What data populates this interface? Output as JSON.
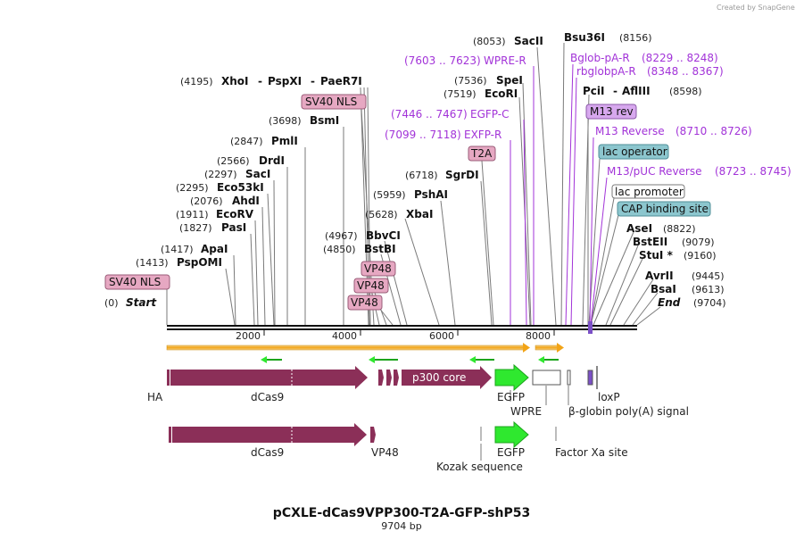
{
  "credit": "Created by SnapGene",
  "title": "pCXLE-dCas9VPP300-T2A-GFP-shP53",
  "length_label": "9704 bp",
  "colors": {
    "feature": "#8b2f58",
    "egfp": "#2fe82f",
    "primer": "#a233d8",
    "pink_box": "#e6a8c2",
    "blue_box": "#8cc6ce",
    "purple_box": "#d7a8ee",
    "gold": "#f2a417"
  },
  "ruler_ticks": [
    "2000",
    "4000",
    "6000",
    "8000"
  ],
  "sites": {
    "start": {
      "num": "(0)",
      "name": "Start"
    },
    "psp": {
      "num": "(1413)",
      "name": "PspOMI"
    },
    "apai": {
      "num": "(1417)",
      "name": "ApaI"
    },
    "pasi": {
      "num": "(1827)",
      "name": "PasI"
    },
    "ecorv": {
      "num": "(1911)",
      "name": "EcoRV"
    },
    "ahdi": {
      "num": "(2076)",
      "name": "AhdI"
    },
    "eco53": {
      "num": "(2295)",
      "name": "Eco53kI"
    },
    "saci": {
      "num": "(2297)",
      "name": "SacI"
    },
    "drdi": {
      "num": "(2566)",
      "name": "DrdI"
    },
    "pmli": {
      "num": "(2847)",
      "name": "PmlI"
    },
    "bsmi": {
      "num": "(3698)",
      "name": "BsmI"
    },
    "xhoi": {
      "num": "(4195)",
      "name": "XhoI",
      "extra1": "PspXI",
      "extra2": "PaeR7I"
    },
    "bstbi": {
      "num": "(4850)",
      "name": "BstBI"
    },
    "bbvci": {
      "num": "(4967)",
      "name": "BbvCI"
    },
    "xbai": {
      "num": "(5628)",
      "name": "XbaI"
    },
    "pshai": {
      "num": "(5959)",
      "name": "PshAI"
    },
    "sgrdi": {
      "num": "(6718)",
      "name": "SgrDI"
    },
    "ecori": {
      "num": "(7519)",
      "name": "EcoRI"
    },
    "spei": {
      "num": "(7536)",
      "name": "SpeI"
    },
    "sacii": {
      "num": "(8053)",
      "name": "SacII"
    },
    "bsu36i": {
      "num": "(8156)",
      "name": "Bsu36I"
    },
    "pcii": {
      "num": "(8598)",
      "name": "PciI",
      "extra1": "AflIII"
    },
    "asei": {
      "num": "(8822)",
      "name": "AseI"
    },
    "bsteii": {
      "num": "(9079)",
      "name": "BstEII"
    },
    "stui": {
      "num": "(9160)",
      "name": "StuI *"
    },
    "avrii": {
      "num": "(9445)",
      "name": "AvrII"
    },
    "bsai": {
      "num": "(9613)",
      "name": "BsaI"
    },
    "end": {
      "num": "(9704)",
      "name": "End"
    }
  },
  "primers": {
    "exfp": {
      "range": "(7099 .. 7118)",
      "name": "EXFP-R"
    },
    "egfpc": {
      "range": "(7446 .. 7467)",
      "name": "EGFP-C"
    },
    "wpre": {
      "range": "(7603 .. 7623)",
      "name": "WPRE-R"
    },
    "bglob": {
      "name": "Bglob-pA-R",
      "range": "(8229 .. 8248)"
    },
    "rbglob": {
      "name": "rbglobpA-R",
      "range": "(8348 .. 8367)"
    },
    "m13rev": {
      "name": "M13 Reverse",
      "range": "(8710 .. 8726)"
    },
    "m13puc": {
      "name": "M13/pUC Reverse",
      "range": "(8723 .. 8745)"
    }
  },
  "boxes": {
    "sv40_left": "SV40 NLS",
    "sv40_mid": "SV40 NLS",
    "vp48_a": "VP48",
    "vp48_b": "VP48",
    "vp48_c": "VP48",
    "t2a": "T2A",
    "m13rev_box": "M13 rev",
    "lacop": "lac operator",
    "lacprom": "lac promoter",
    "cap": "CAP binding site"
  },
  "features": {
    "ha": "HA",
    "dcas9": "dCas9",
    "p300": "p300 core",
    "egfp": "EGFP",
    "wpre": "WPRE",
    "bglobin": "β-globin poly(A) signal",
    "loxp": "loxP",
    "dcas9_2": "dCas9",
    "vp48_2": "VP48",
    "kozak": "Kozak sequence",
    "egfp_2": "EGFP",
    "factorxa": "Factor Xa site"
  }
}
